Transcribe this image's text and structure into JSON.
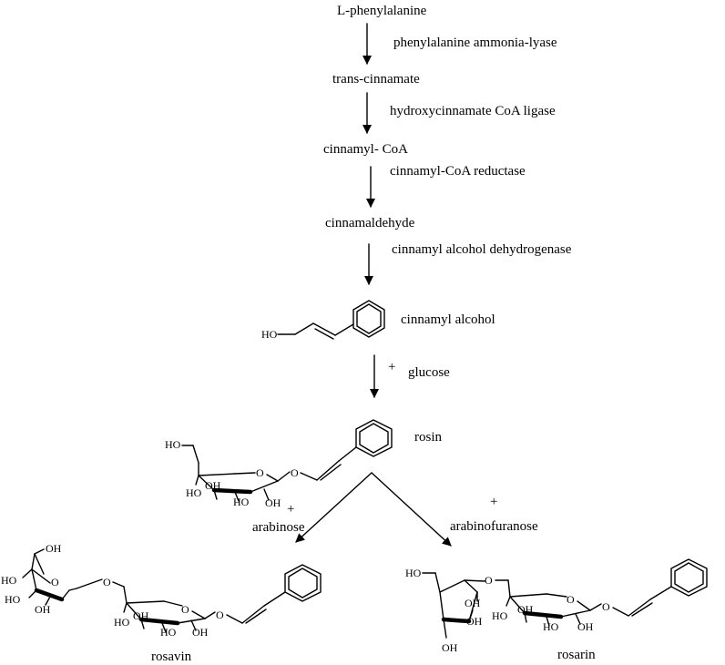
{
  "pathway": {
    "compounds": {
      "l_phenylalanine": "L-phenylalanine",
      "trans_cinnamate": "trans-cinnamate",
      "cinnamyl_coa": "cinnamyl- CoA",
      "cinnamaldehyde": "cinnamaldehyde",
      "cinnamyl_alcohol": "cinnamyl alcohol",
      "rosin": "rosin",
      "rosavin": "rosavin",
      "rosarin": "rosarin"
    },
    "enzymes": {
      "pal": "phenylalanine ammonia-lyase",
      "ligase": "hydroxycinnamate CoA ligase",
      "reductase": "cinnamyl-CoA reductase",
      "dehydrogenase": "cinnamyl alcohol dehydrogenase"
    },
    "reagents": {
      "plus_glucose": "+",
      "glucose": "glucose",
      "plus_arabinose": "+",
      "arabinose": "arabinose",
      "plus_arabinofuranose": "+",
      "arabinofuranose": "arabinofuranose"
    },
    "atoms": {
      "ho": "HO",
      "oh": "OH",
      "o": "O"
    }
  }
}
